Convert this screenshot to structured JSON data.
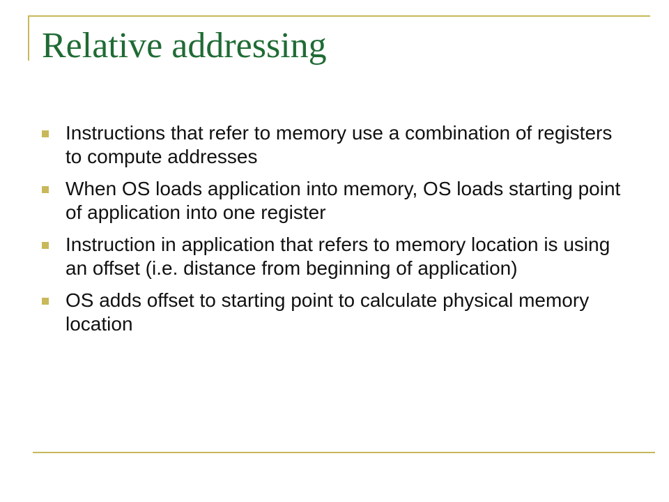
{
  "slide": {
    "title": "Relative addressing",
    "accent_color": "#c8b85a",
    "title_color": "#1f6b34",
    "bullets": [
      "Instructions that refer to memory use a combination of registers to compute addresses",
      "When OS loads application into memory, OS loads starting point of application into one register",
      "Instruction in application that refers to memory location is using an offset (i.e. distance from beginning of application)",
      "OS adds offset to starting point to calculate physical memory location"
    ]
  }
}
